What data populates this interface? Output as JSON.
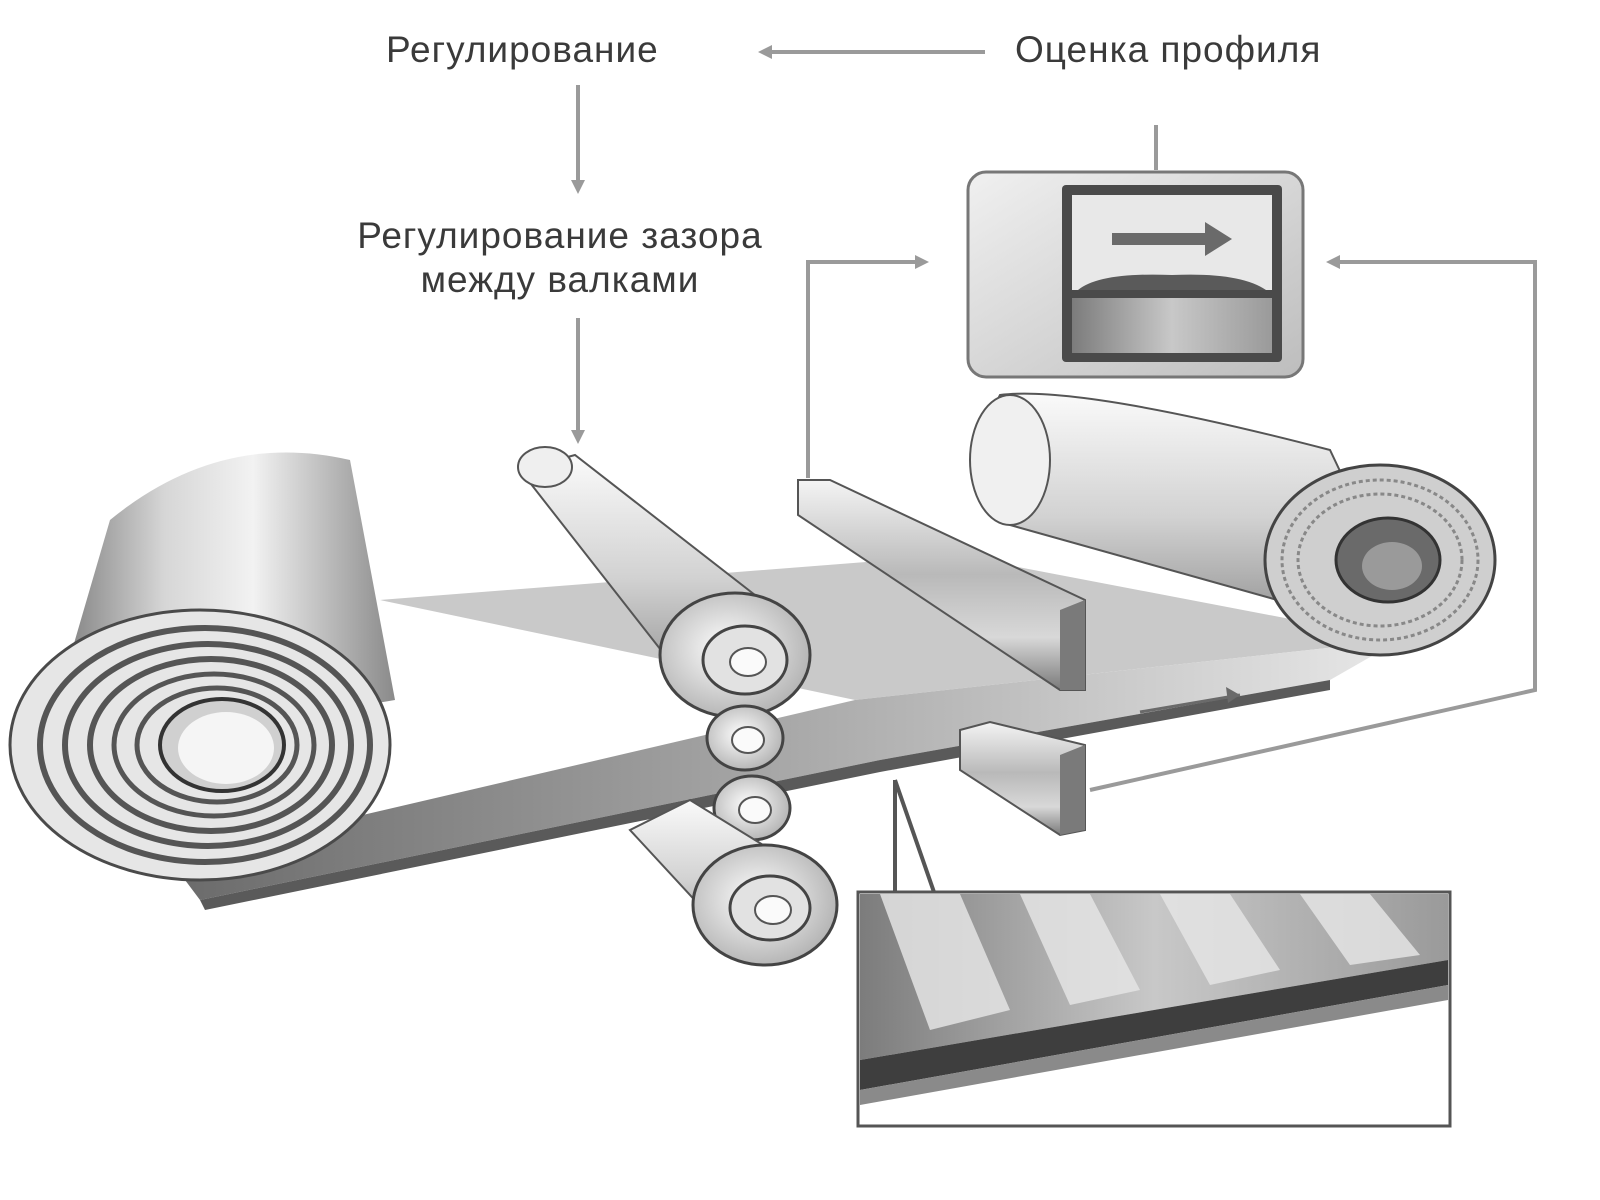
{
  "labels": {
    "regulation": "Регулирование",
    "profile_evaluation": "Оценка профиля",
    "gap_regulation_line1": "Регулирование зазора",
    "gap_regulation_line2": "между валками"
  },
  "colors": {
    "arrow": "#9a9a9a",
    "text": "#3a3a3a",
    "metal_dark": "#5a5a5a",
    "metal_light": "#eeeeee"
  }
}
